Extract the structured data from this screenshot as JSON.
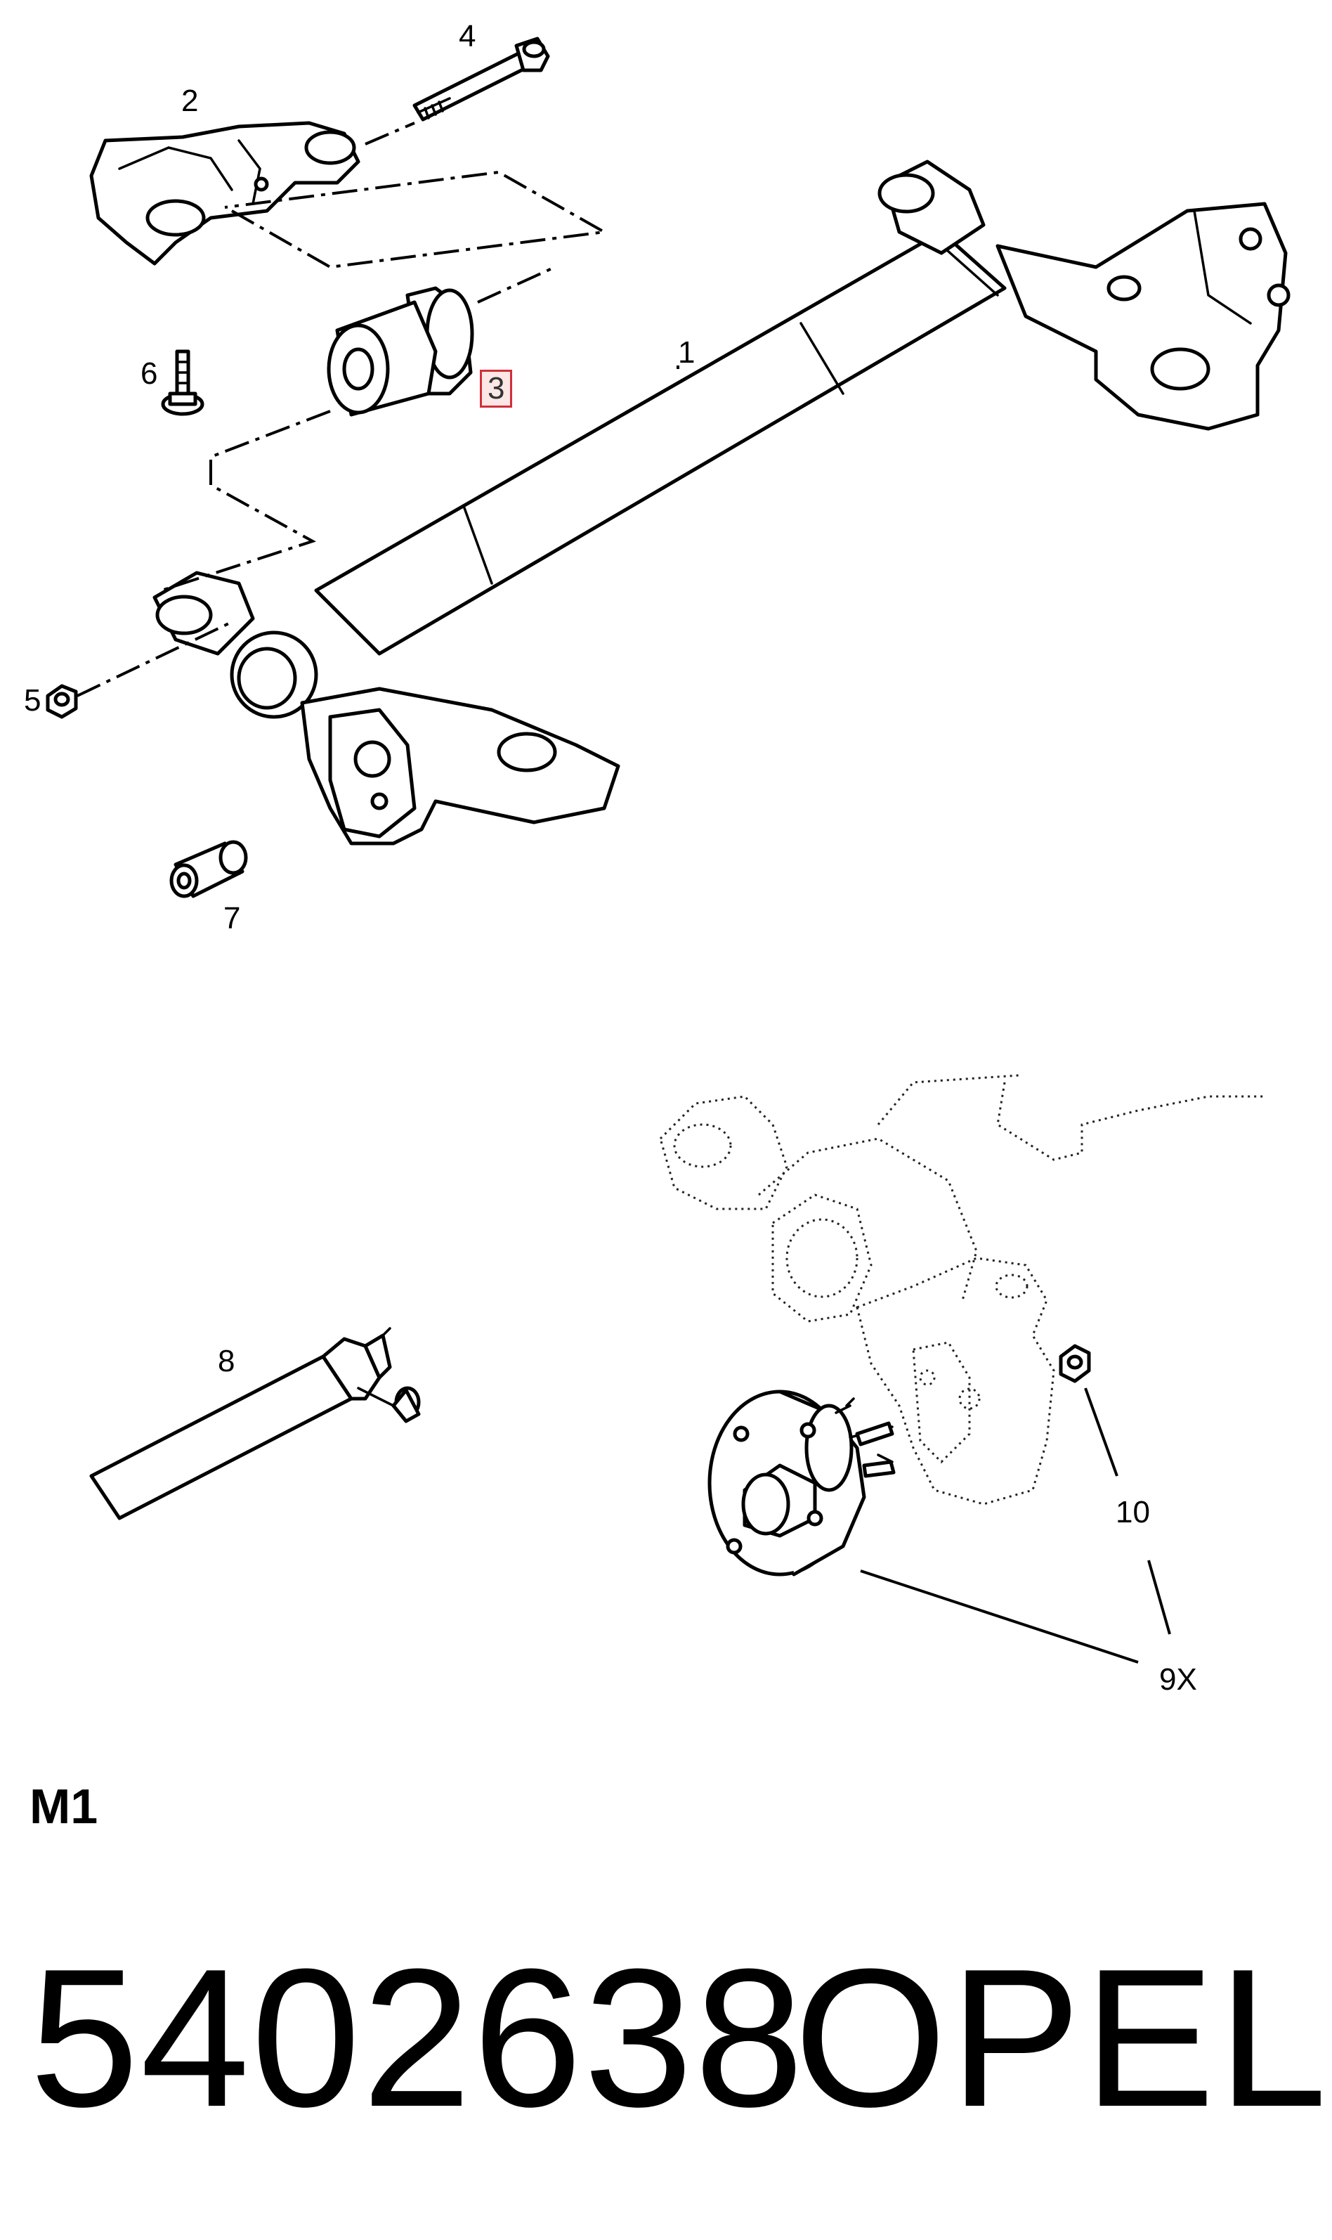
{
  "callouts": {
    "c1": "1",
    "c2": "2",
    "c3": "3",
    "c4": "4",
    "c5": "5",
    "c6": "6",
    "c7": "7",
    "c8": "8",
    "c10": "10",
    "c9x": "9X"
  },
  "highlighted_callout": "3",
  "section_label": "M1",
  "part_number": "5402638",
  "brand": "OPEL"
}
